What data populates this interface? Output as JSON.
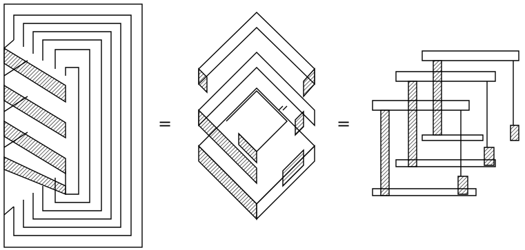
{
  "diagram": {
    "title": "",
    "panels": [
      {
        "name": "closed-braid-band",
        "description": ""
      },
      {
        "name": "nested-diamond-bands",
        "description": ""
      },
      {
        "name": "stacked-plank-frames",
        "description": ""
      }
    ],
    "operators": [
      "=",
      "="
    ],
    "colors": {
      "stroke": "#000000",
      "background": "#ffffff",
      "hatch": "#000000"
    }
  }
}
